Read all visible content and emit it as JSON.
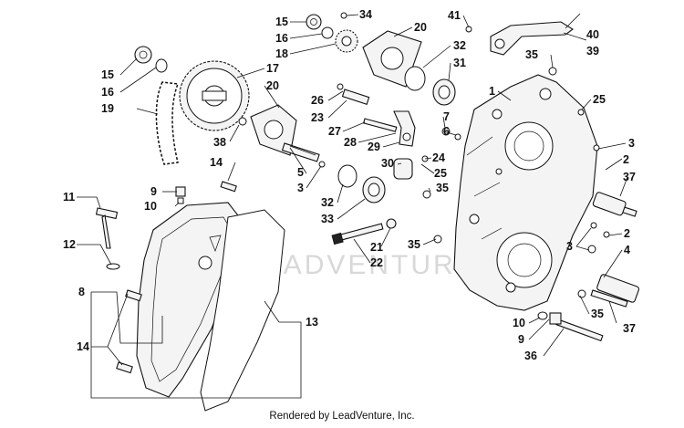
{
  "diagram": {
    "footer_text": "Rendered by LeadVenture, Inc.",
    "watermark_text": "LEADVENTURE",
    "callouts": [
      {
        "id": "c-15a",
        "text": "15"
      },
      {
        "id": "c-34",
        "text": "34"
      },
      {
        "id": "c-16a",
        "text": "16"
      },
      {
        "id": "c-18",
        "text": "18"
      },
      {
        "id": "c-20a",
        "text": "20"
      },
      {
        "id": "c-41",
        "text": "41"
      },
      {
        "id": "c-40",
        "text": "40"
      },
      {
        "id": "c-39",
        "text": "39"
      },
      {
        "id": "c-15b",
        "text": "15"
      },
      {
        "id": "c-16b",
        "text": "16"
      },
      {
        "id": "c-17",
        "text": "17"
      },
      {
        "id": "c-19",
        "text": "19"
      },
      {
        "id": "c-20b",
        "text": "20"
      },
      {
        "id": "c-32a",
        "text": "32"
      },
      {
        "id": "c-31",
        "text": "31"
      },
      {
        "id": "c-35a",
        "text": "35"
      },
      {
        "id": "c-25a",
        "text": "25"
      },
      {
        "id": "c-1",
        "text": "1"
      },
      {
        "id": "c-26",
        "text": "26"
      },
      {
        "id": "c-23",
        "text": "23"
      },
      {
        "id": "c-7",
        "text": "7"
      },
      {
        "id": "c-6",
        "text": "6"
      },
      {
        "id": "c-27",
        "text": "27"
      },
      {
        "id": "c-28",
        "text": "28"
      },
      {
        "id": "c-29",
        "text": "29"
      },
      {
        "id": "c-38",
        "text": "38"
      },
      {
        "id": "c-24",
        "text": "24"
      },
      {
        "id": "c-30",
        "text": "30"
      },
      {
        "id": "c-25b",
        "text": "25"
      },
      {
        "id": "c-3a",
        "text": "3"
      },
      {
        "id": "c-2a",
        "text": "2"
      },
      {
        "id": "c-37a",
        "text": "37"
      },
      {
        "id": "c-14a",
        "text": "14"
      },
      {
        "id": "c-5",
        "text": "5"
      },
      {
        "id": "c-3b",
        "text": "3"
      },
      {
        "id": "c-9a",
        "text": "9"
      },
      {
        "id": "c-10a",
        "text": "10"
      },
      {
        "id": "c-11",
        "text": "11"
      },
      {
        "id": "c-35b",
        "text": "35"
      },
      {
        "id": "c-32b",
        "text": "32"
      },
      {
        "id": "c-33",
        "text": "33"
      },
      {
        "id": "c-12",
        "text": "12"
      },
      {
        "id": "c-21",
        "text": "21"
      },
      {
        "id": "c-22",
        "text": "22"
      },
      {
        "id": "c-35c",
        "text": "35"
      },
      {
        "id": "c-3c",
        "text": "3"
      },
      {
        "id": "c-2b",
        "text": "2"
      },
      {
        "id": "c-4",
        "text": "4"
      },
      {
        "id": "c-8",
        "text": "8"
      },
      {
        "id": "c-13",
        "text": "13"
      },
      {
        "id": "c-35d",
        "text": "35"
      },
      {
        "id": "c-37b",
        "text": "37"
      },
      {
        "id": "c-10b",
        "text": "10"
      },
      {
        "id": "c-14b",
        "text": "14"
      },
      {
        "id": "c-9b",
        "text": "9"
      },
      {
        "id": "c-36",
        "text": "36"
      }
    ]
  }
}
